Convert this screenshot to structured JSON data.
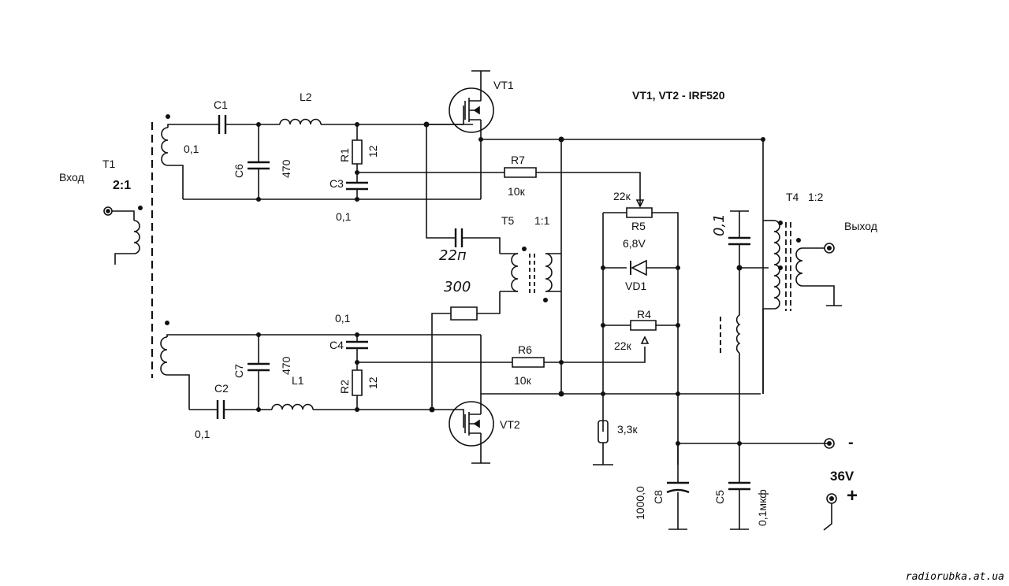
{
  "note": "VT1, VT2 - IRF520",
  "watermark": "radiorubka.at.ua",
  "terminals": {
    "input": "Вход",
    "output": "Выход",
    "supply_voltage": "36V",
    "plus": "+",
    "minus": "-"
  },
  "transformers": {
    "t1": {
      "ref": "T1",
      "ratio": "2:1"
    },
    "t4": {
      "ref": "T4",
      "ratio": "1:2"
    },
    "t5": {
      "ref": "T5",
      "ratio": "1:1"
    }
  },
  "transistors": {
    "vt1": "VT1",
    "vt2": "VT2"
  },
  "capacitors": {
    "c1": {
      "ref": "C1",
      "value": "0,1"
    },
    "c2": {
      "ref": "C2",
      "value": "0,1"
    },
    "c3": {
      "ref": "C3",
      "value": "0,1"
    },
    "c4": {
      "ref": "C4",
      "value": "0,1"
    },
    "c5": {
      "ref": "C5",
      "value": "0,1мкф"
    },
    "c6": {
      "ref": "C6",
      "value": "470"
    },
    "c7": {
      "ref": "C7",
      "value": "470"
    },
    "c8": {
      "ref": "C8",
      "value": "1000,0"
    },
    "c_out": {
      "value": "0,1"
    },
    "c_fb": {
      "value": "22п"
    }
  },
  "inductors": {
    "l1": "L1",
    "l2": "L2"
  },
  "resistors": {
    "r1": {
      "ref": "R1",
      "value": "12"
    },
    "r2": {
      "ref": "R2",
      "value": "12"
    },
    "r4": {
      "ref": "R4",
      "value": "22к"
    },
    "r5": {
      "ref": "R5",
      "value": "22к"
    },
    "r6": {
      "ref": "R6",
      "value": "10к"
    },
    "r7": {
      "ref": "R7",
      "value": "10к"
    },
    "r_bias": {
      "value": "3,3к"
    },
    "r_fb": {
      "value": "300"
    }
  },
  "diodes": {
    "vd1": {
      "ref": "VD1",
      "value": "6,8V"
    }
  }
}
